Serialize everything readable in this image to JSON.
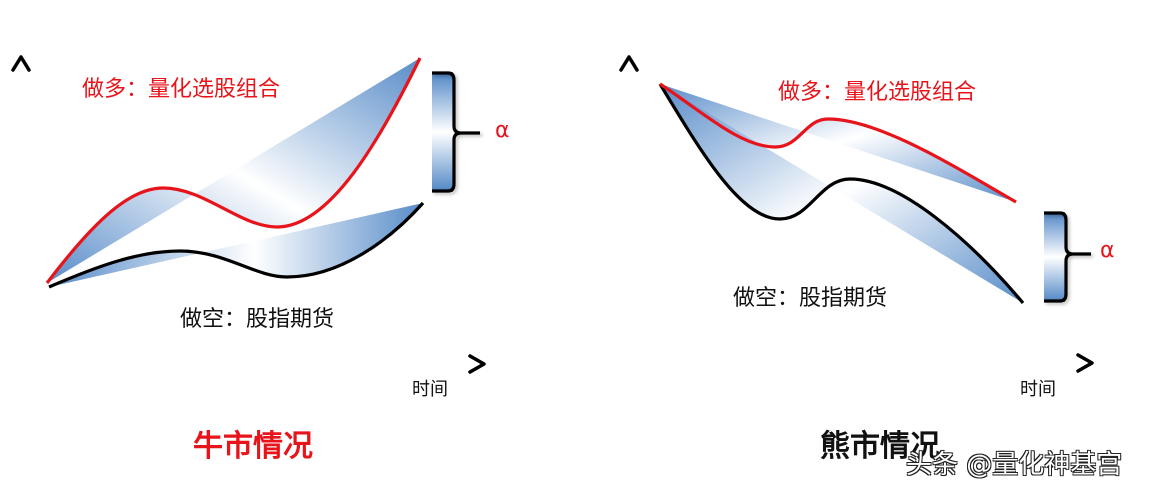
{
  "colors": {
    "long_line": "#e8141b",
    "short_line": "#000000",
    "band_blue": "#4f86c6",
    "band_light": "#ffffff"
  },
  "left_panel": {
    "long_label": "做多：量化选股组合",
    "short_label": "做空：股指期货",
    "x_axis_label": "时间",
    "alpha_label": "α",
    "title": "牛市情况"
  },
  "right_panel": {
    "long_label": "做多：量化选股组合",
    "short_label": "做空：股指期货",
    "x_axis_label": "时间",
    "alpha_label": "α",
    "title": "熊市情况"
  },
  "watermark": "头条 @量化神基宫",
  "chart_data": [
    {
      "type": "line",
      "title": "牛市情况",
      "xlabel": "时间",
      "ylabel": "",
      "series": [
        {
          "name": "做多：量化选股组合",
          "color": "#e8141b",
          "trend": "up",
          "shape": [
            0.0,
            0.55,
            0.45,
            1.0
          ]
        },
        {
          "name": "做空：股指期货",
          "color": "#000000",
          "trend": "up",
          "shape": [
            0.0,
            0.15,
            0.05,
            0.35
          ]
        }
      ],
      "annotation": "α (excess return gap between long portfolio and short index futures)"
    },
    {
      "type": "line",
      "title": "熊市情况",
      "xlabel": "时间",
      "ylabel": "",
      "series": [
        {
          "name": "做多：量化选股组合",
          "color": "#e8141b",
          "trend": "down",
          "shape": [
            1.0,
            0.75,
            0.85,
            0.45
          ]
        },
        {
          "name": "做空：股指期货",
          "color": "#000000",
          "trend": "down",
          "shape": [
            1.0,
            0.45,
            0.6,
            0.0
          ]
        }
      ],
      "annotation": "α (excess return gap between long portfolio and short index futures)"
    }
  ]
}
